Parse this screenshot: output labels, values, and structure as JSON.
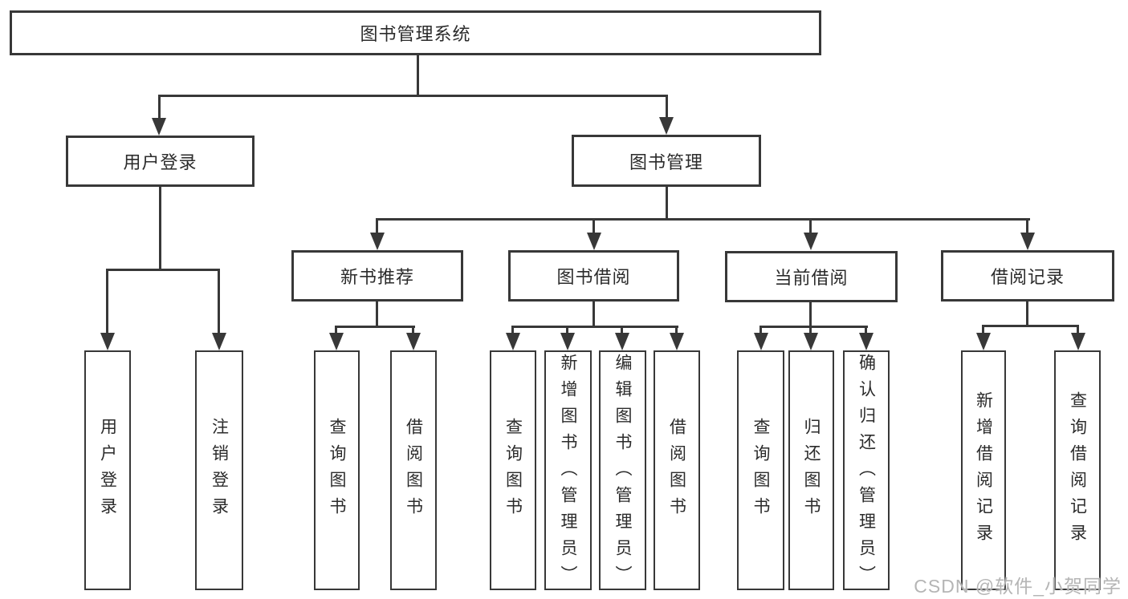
{
  "diagram": {
    "type": "tree",
    "root": {
      "label": "图书管理系统",
      "children": [
        {
          "label": "用户登录",
          "children": [
            {
              "label": "用户登录"
            },
            {
              "label": "注销登录"
            }
          ]
        },
        {
          "label": "图书管理",
          "children": [
            {
              "label": "新书推荐",
              "children": [
                {
                  "label": "查询图书"
                },
                {
                  "label": "借阅图书"
                }
              ]
            },
            {
              "label": "图书借阅",
              "children": [
                {
                  "label": "查询图书"
                },
                {
                  "label": "新增图书（管理员）"
                },
                {
                  "label": "编辑图书（管理员）"
                },
                {
                  "label": "借阅图书"
                }
              ]
            },
            {
              "label": "当前借阅",
              "children": [
                {
                  "label": "查询图书"
                },
                {
                  "label": "归还图书"
                },
                {
                  "label": "确认归还（管理员）"
                }
              ]
            },
            {
              "label": "借阅记录",
              "children": [
                {
                  "label": "新增借阅记录"
                },
                {
                  "label": "查询借阅记录"
                }
              ]
            }
          ]
        }
      ]
    }
  },
  "watermark": {
    "text": "CSDN @软件_小贺同学"
  },
  "colors": {
    "line": "#383838",
    "text": "#2b2b2b",
    "watermark": "#b5b5b5",
    "background": "#ffffff"
  }
}
